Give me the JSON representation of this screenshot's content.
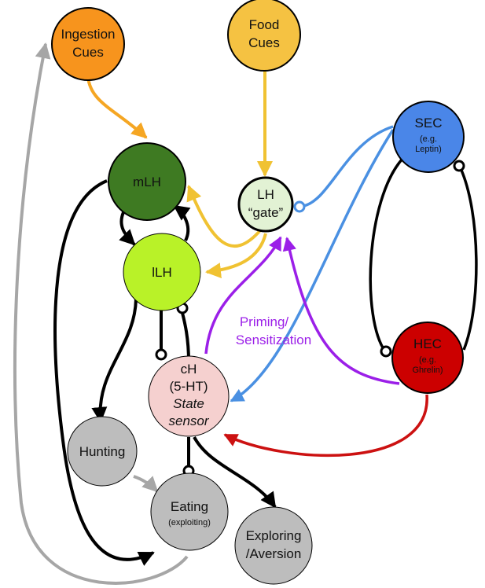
{
  "colors": {
    "ingestion": "#F7941D",
    "food": "#F5C242",
    "mlh": "#3E7A22",
    "llh": "#B9F228",
    "gate": "#E2F2D4",
    "sec": "#4A86E8",
    "hec": "#CC0000",
    "ch": "#F5D0CF",
    "grey": "#BDBDBD",
    "arrow_orange": "#F5A623",
    "arrow_yellow": "#F0C232",
    "arrow_blue": "#4A90E2",
    "arrow_purple": "#9B1FE8",
    "arrow_red": "#CC1111",
    "arrow_black": "#000000",
    "arrow_grey": "#A6A6A6"
  },
  "nodes": {
    "ingestion_cues": {
      "line1": "Ingestion",
      "line2": "Cues"
    },
    "food_cues": {
      "line1": "Food",
      "line2": "Cues"
    },
    "mlh": {
      "label": "mLH"
    },
    "llh": {
      "label": "lLH"
    },
    "lh_gate": {
      "line1": "LH",
      "line2": "“gate”"
    },
    "sec": {
      "line1": "SEC",
      "sub1": "(e.g.",
      "sub2": "Leptin)"
    },
    "hec": {
      "line1": "HEC",
      "sub1": "(e.g.",
      "sub2": "Ghrelin)"
    },
    "ch": {
      "line1": "cH",
      "line2": "(5-HT)",
      "line3": "State",
      "line4": "sensor"
    },
    "hunting": {
      "label": "Hunting"
    },
    "eating": {
      "line1": "Eating",
      "sub": "(exploiting)"
    },
    "exploring": {
      "line1": "Exploring",
      "line2": "/Aversion"
    }
  },
  "edge_labels": {
    "priming_line1": "Priming/",
    "priming_line2": "Sensitization"
  }
}
